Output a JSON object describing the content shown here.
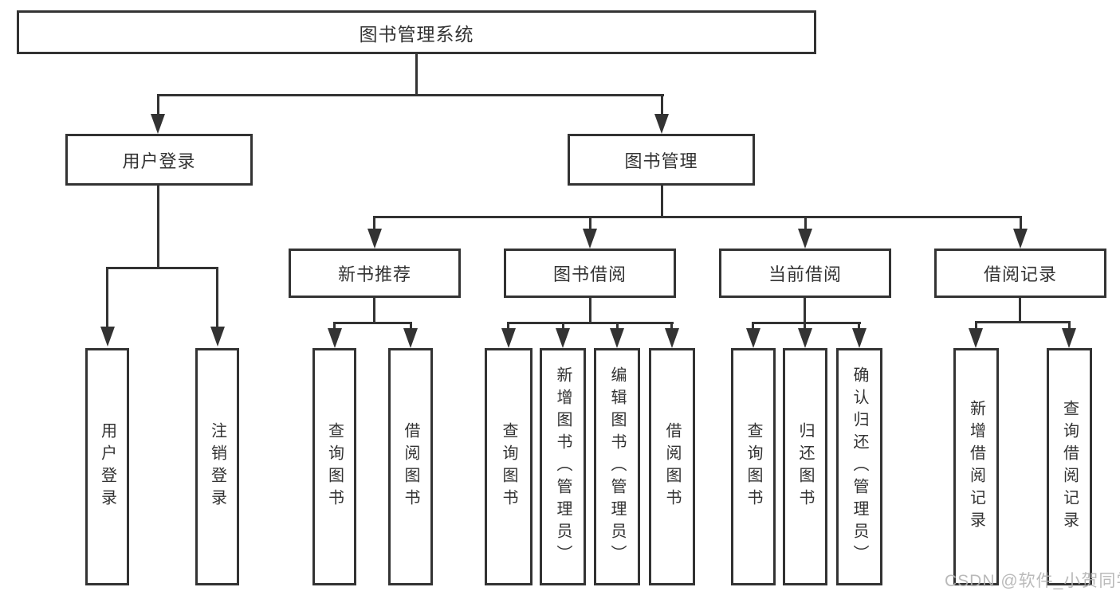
{
  "diagram": {
    "root": "图书管理系统",
    "level2": {
      "user_login": "用户登录",
      "book_mgmt": "图书管理"
    },
    "level3": {
      "new_books": "新书推荐",
      "borrowing": "图书借阅",
      "current": "当前借阅",
      "records": "借阅记录"
    },
    "leaves": {
      "user_login": [
        "用户登录",
        "注销登录"
      ],
      "new_books": [
        "查询图书",
        "借阅图书"
      ],
      "borrowing": [
        "查询图书",
        "新增图书（管理员）",
        "编辑图书（管理员）",
        "借阅图书"
      ],
      "current": [
        "查询图书",
        "归还图书",
        "确认归还（管理员）"
      ],
      "records": [
        "新增借阅记录",
        "查询借阅记录"
      ]
    }
  },
  "watermark": "CSDN @软件_小贺同学",
  "colors": {
    "line": "#333333",
    "text": "#333333",
    "watermark": "#b3b3b3",
    "background": "#ffffff"
  }
}
